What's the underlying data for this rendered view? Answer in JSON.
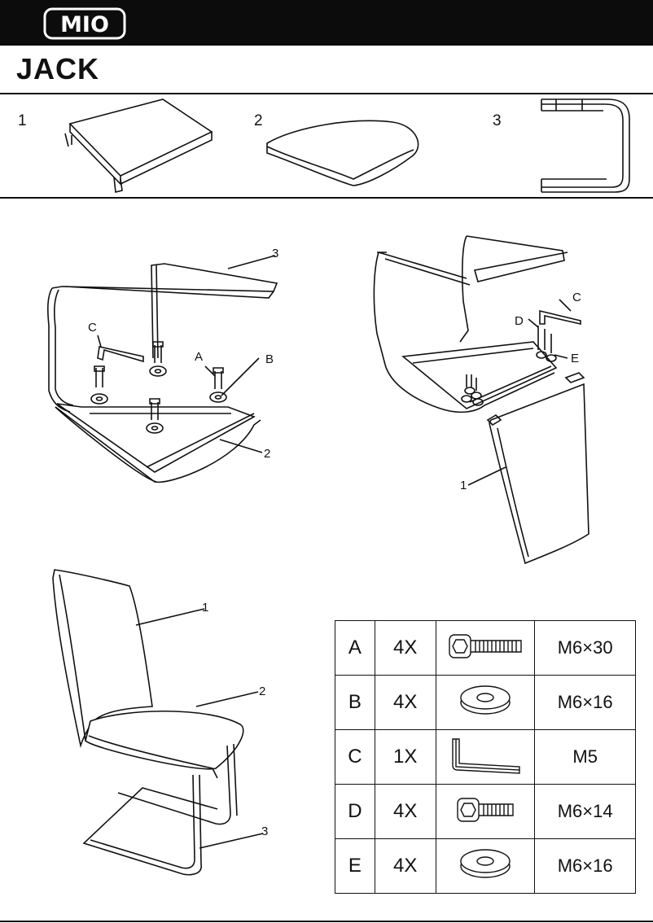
{
  "brand": "MIO",
  "product": {
    "title": "JACK"
  },
  "parts": [
    {
      "number": "1",
      "icon": "backrest-panel-icon"
    },
    {
      "number": "2",
      "icon": "seat-cushion-icon"
    },
    {
      "number": "3",
      "icon": "cantilever-frame-icon"
    }
  ],
  "step1": {
    "callouts": {
      "frame": "3",
      "hex_key": "C",
      "bolt": "A",
      "washer": "B",
      "seat": "2"
    }
  },
  "step2": {
    "callouts": {
      "hex_key": "C",
      "bolt": "D",
      "washer": "E",
      "backrest": "1"
    }
  },
  "finished": {
    "callouts": {
      "backrest": "1",
      "seat": "2",
      "frame": "3"
    }
  },
  "hardware": [
    {
      "letter": "A",
      "qty": "4X",
      "icon": "long-bolt-icon",
      "size": "M6×30"
    },
    {
      "letter": "B",
      "qty": "4X",
      "icon": "washer-icon",
      "size": "M6×16"
    },
    {
      "letter": "C",
      "qty": "1X",
      "icon": "hex-key-icon",
      "size": "M5"
    },
    {
      "letter": "D",
      "qty": "4X",
      "icon": "short-bolt-icon",
      "size": "M6×14"
    },
    {
      "letter": "E",
      "qty": "4X",
      "icon": "washer-icon",
      "size": "M6×16"
    }
  ],
  "colors": {
    "header_bg": "#0c0c0c",
    "ink": "#111111",
    "paper": "#ffffff"
  }
}
